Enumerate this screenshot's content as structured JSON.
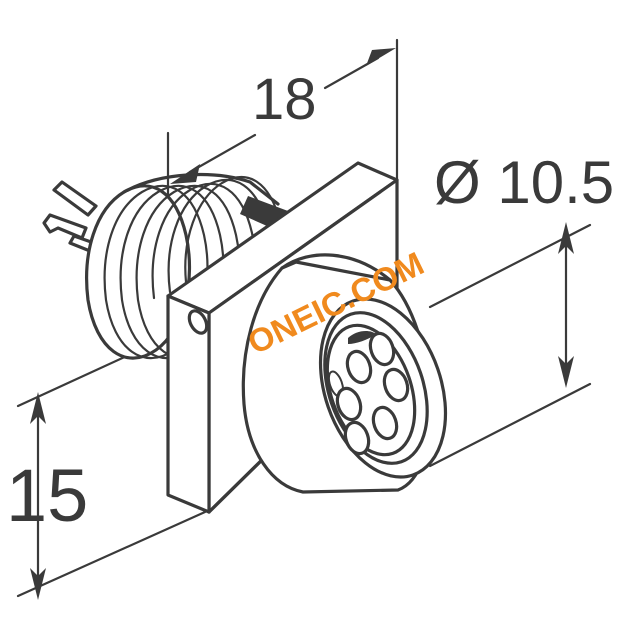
{
  "drawing": {
    "title": "Panel-mount circular connector isometric dimensioned drawing",
    "background_color": "#ffffff",
    "line_color": "#3a3a3a",
    "watermark_color": "#f08a1e"
  },
  "dimensions": {
    "width_label": "18",
    "height_label": "15",
    "diameter_label": "Ø 10.5"
  },
  "watermark": {
    "text": "ONEIC.COM"
  },
  "component": {
    "type": "circular-panel-connector",
    "flange": "square",
    "mounting_holes": 2,
    "socket_count": 6,
    "solder_pins": 3
  }
}
